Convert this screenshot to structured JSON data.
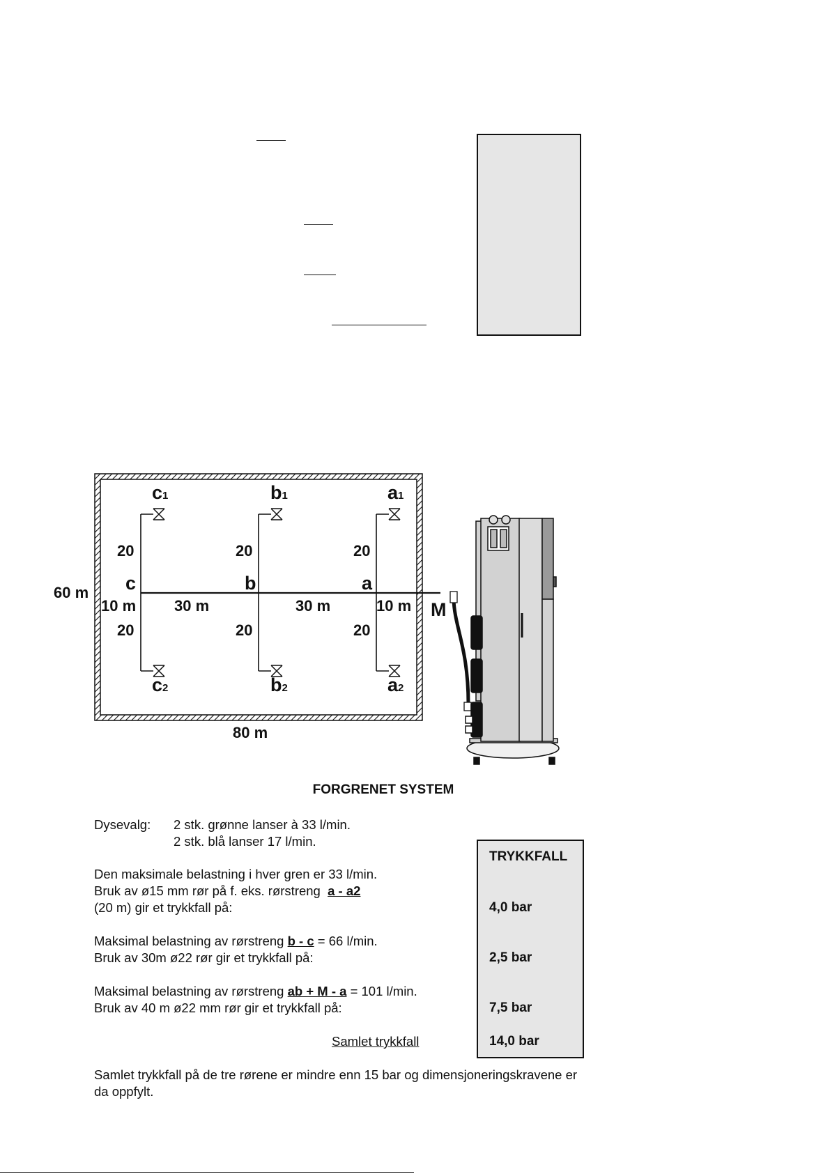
{
  "diagram": {
    "valves_top": [
      "c",
      "b",
      "a"
    ],
    "valves_bottom": [
      "c",
      "b",
      "a"
    ],
    "subscript_top": "1",
    "subscript_bottom": "2",
    "branch_len": "20",
    "node_c": "c",
    "node_b": "b",
    "node_a": "a",
    "height_label": "60 m",
    "width_label": "80 m",
    "seg1": "10 m",
    "seg2": "30 m",
    "seg3": "30 m",
    "seg4": "10 m",
    "machine_label": "M"
  },
  "caption": "FORGRENET SYSTEM",
  "text": {
    "dysevalg_label": "Dysevalg:",
    "dysevalg_line1": "2 stk. grønne lanser à 33 l/min.",
    "dysevalg_line2": "2 stk. blå lanser 17 l/min.",
    "p1_line1": "Den maksimale belastning i hver gren er 33 l/min.",
    "p1_line2_pre": "Bruk av ø15 mm rør på f. eks. rørstreng",
    "p1_line2_u": "a - a2",
    "p1_line3": "(20 m) gir et trykkfall på:",
    "p2_line1_pre": "Maksimal belastning av rørstreng",
    "p2_line1_u": "b - c",
    "p2_line1_post": "= 66 l/min.",
    "p2_line2": "Bruk av 30m ø22 rør gir et trykkfall på:",
    "p3_line1_pre": "Maksimal belastning av rørstreng",
    "p3_line1_u": "ab + M - a",
    "p3_line1_post": "= 101 l/min.",
    "p3_line2": "Bruk av 40 m ø22 mm rør gir et trykkfall på:",
    "total_label": "Samlet trykkfall",
    "conclusion_line1": "Samlet trykkfall på de tre rørene er mindre enn 15 bar og dimensjoneringskravene er",
    "conclusion_line2": "da oppfylt."
  },
  "pressure_box": {
    "header": "TRYKKFALL",
    "v1": "4,0 bar",
    "v2": "2,5 bar",
    "v3": "7,5 bar",
    "total": "14,0 bar"
  }
}
